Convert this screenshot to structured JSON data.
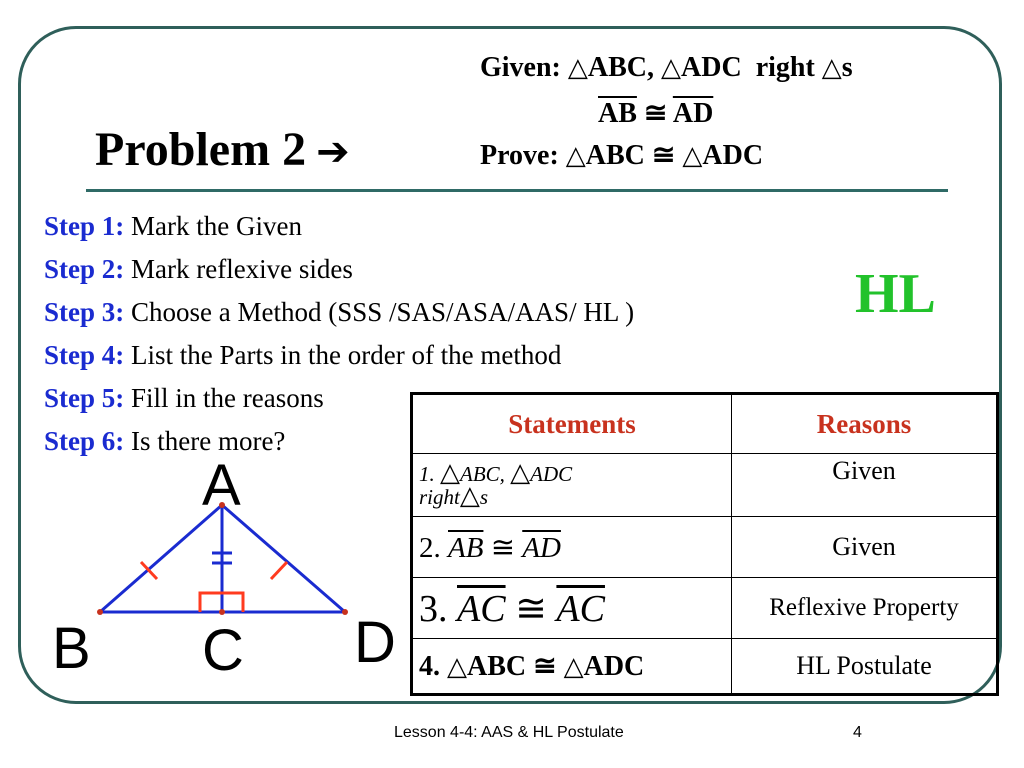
{
  "title": {
    "text": "Problem 2",
    "arrow_icon": "➔"
  },
  "given": {
    "line1_prefix": "Given:",
    "line1_tri1": "ABC,",
    "line1_tri2": "ADC",
    "line1_right": "right",
    "line1_s": "s",
    "line2_ab": "AB",
    "line2_cong": "≅",
    "line2_ad": "AD",
    "prove_prefix": "Prove:",
    "prove_tri1": "ABC",
    "prove_cong": "≅",
    "prove_tri2": "ADC"
  },
  "steps": [
    {
      "label": "Step 1:",
      "text": "Mark the Given"
    },
    {
      "label": "Step 2:",
      "text": "Mark reflexive sides"
    },
    {
      "label": "Step 3:",
      "text": "Choose a Method (SSS /SAS/ASA/AAS/ HL )"
    },
    {
      "label": "Step 4:",
      "text": "List the Parts in the order of the method"
    },
    {
      "label": "Step 5:",
      "text": "Fill in the reasons"
    },
    {
      "label": "Step 6:",
      "text": "Is there more?"
    }
  ],
  "method": "HL",
  "table": {
    "headers": [
      "Statements",
      "Reasons"
    ],
    "rows": [
      {
        "num": "1.",
        "tri1": "ABC",
        "sep": ",",
        "tri2": "ADC",
        "line2a": "right",
        "line2b": "s",
        "reason": "Given"
      },
      {
        "num": "2.",
        "a": "AB",
        "cong": "≅",
        "b": "AD",
        "reason": "Given"
      },
      {
        "num": "3.",
        "a": "AC",
        "cong": "≅",
        "b": "AC",
        "reason": "Reflexive Property"
      },
      {
        "num": "4.",
        "tri1": "ABC",
        "cong": "≅",
        "tri2": "ADC",
        "reason": "HL  Postulate"
      }
    ]
  },
  "diagram": {
    "labels": [
      "A",
      "B",
      "C",
      "D"
    ]
  },
  "colors": {
    "step_label": "#1a2bd0",
    "header": "#c8321e",
    "method": "#22c22b",
    "frame": "#2f5f5a",
    "triangle": "#1a2bd0",
    "tick": "#ff3b1f"
  },
  "footer": {
    "lesson": "Lesson 4-4: AAS & HL Postulate",
    "page": "4"
  }
}
